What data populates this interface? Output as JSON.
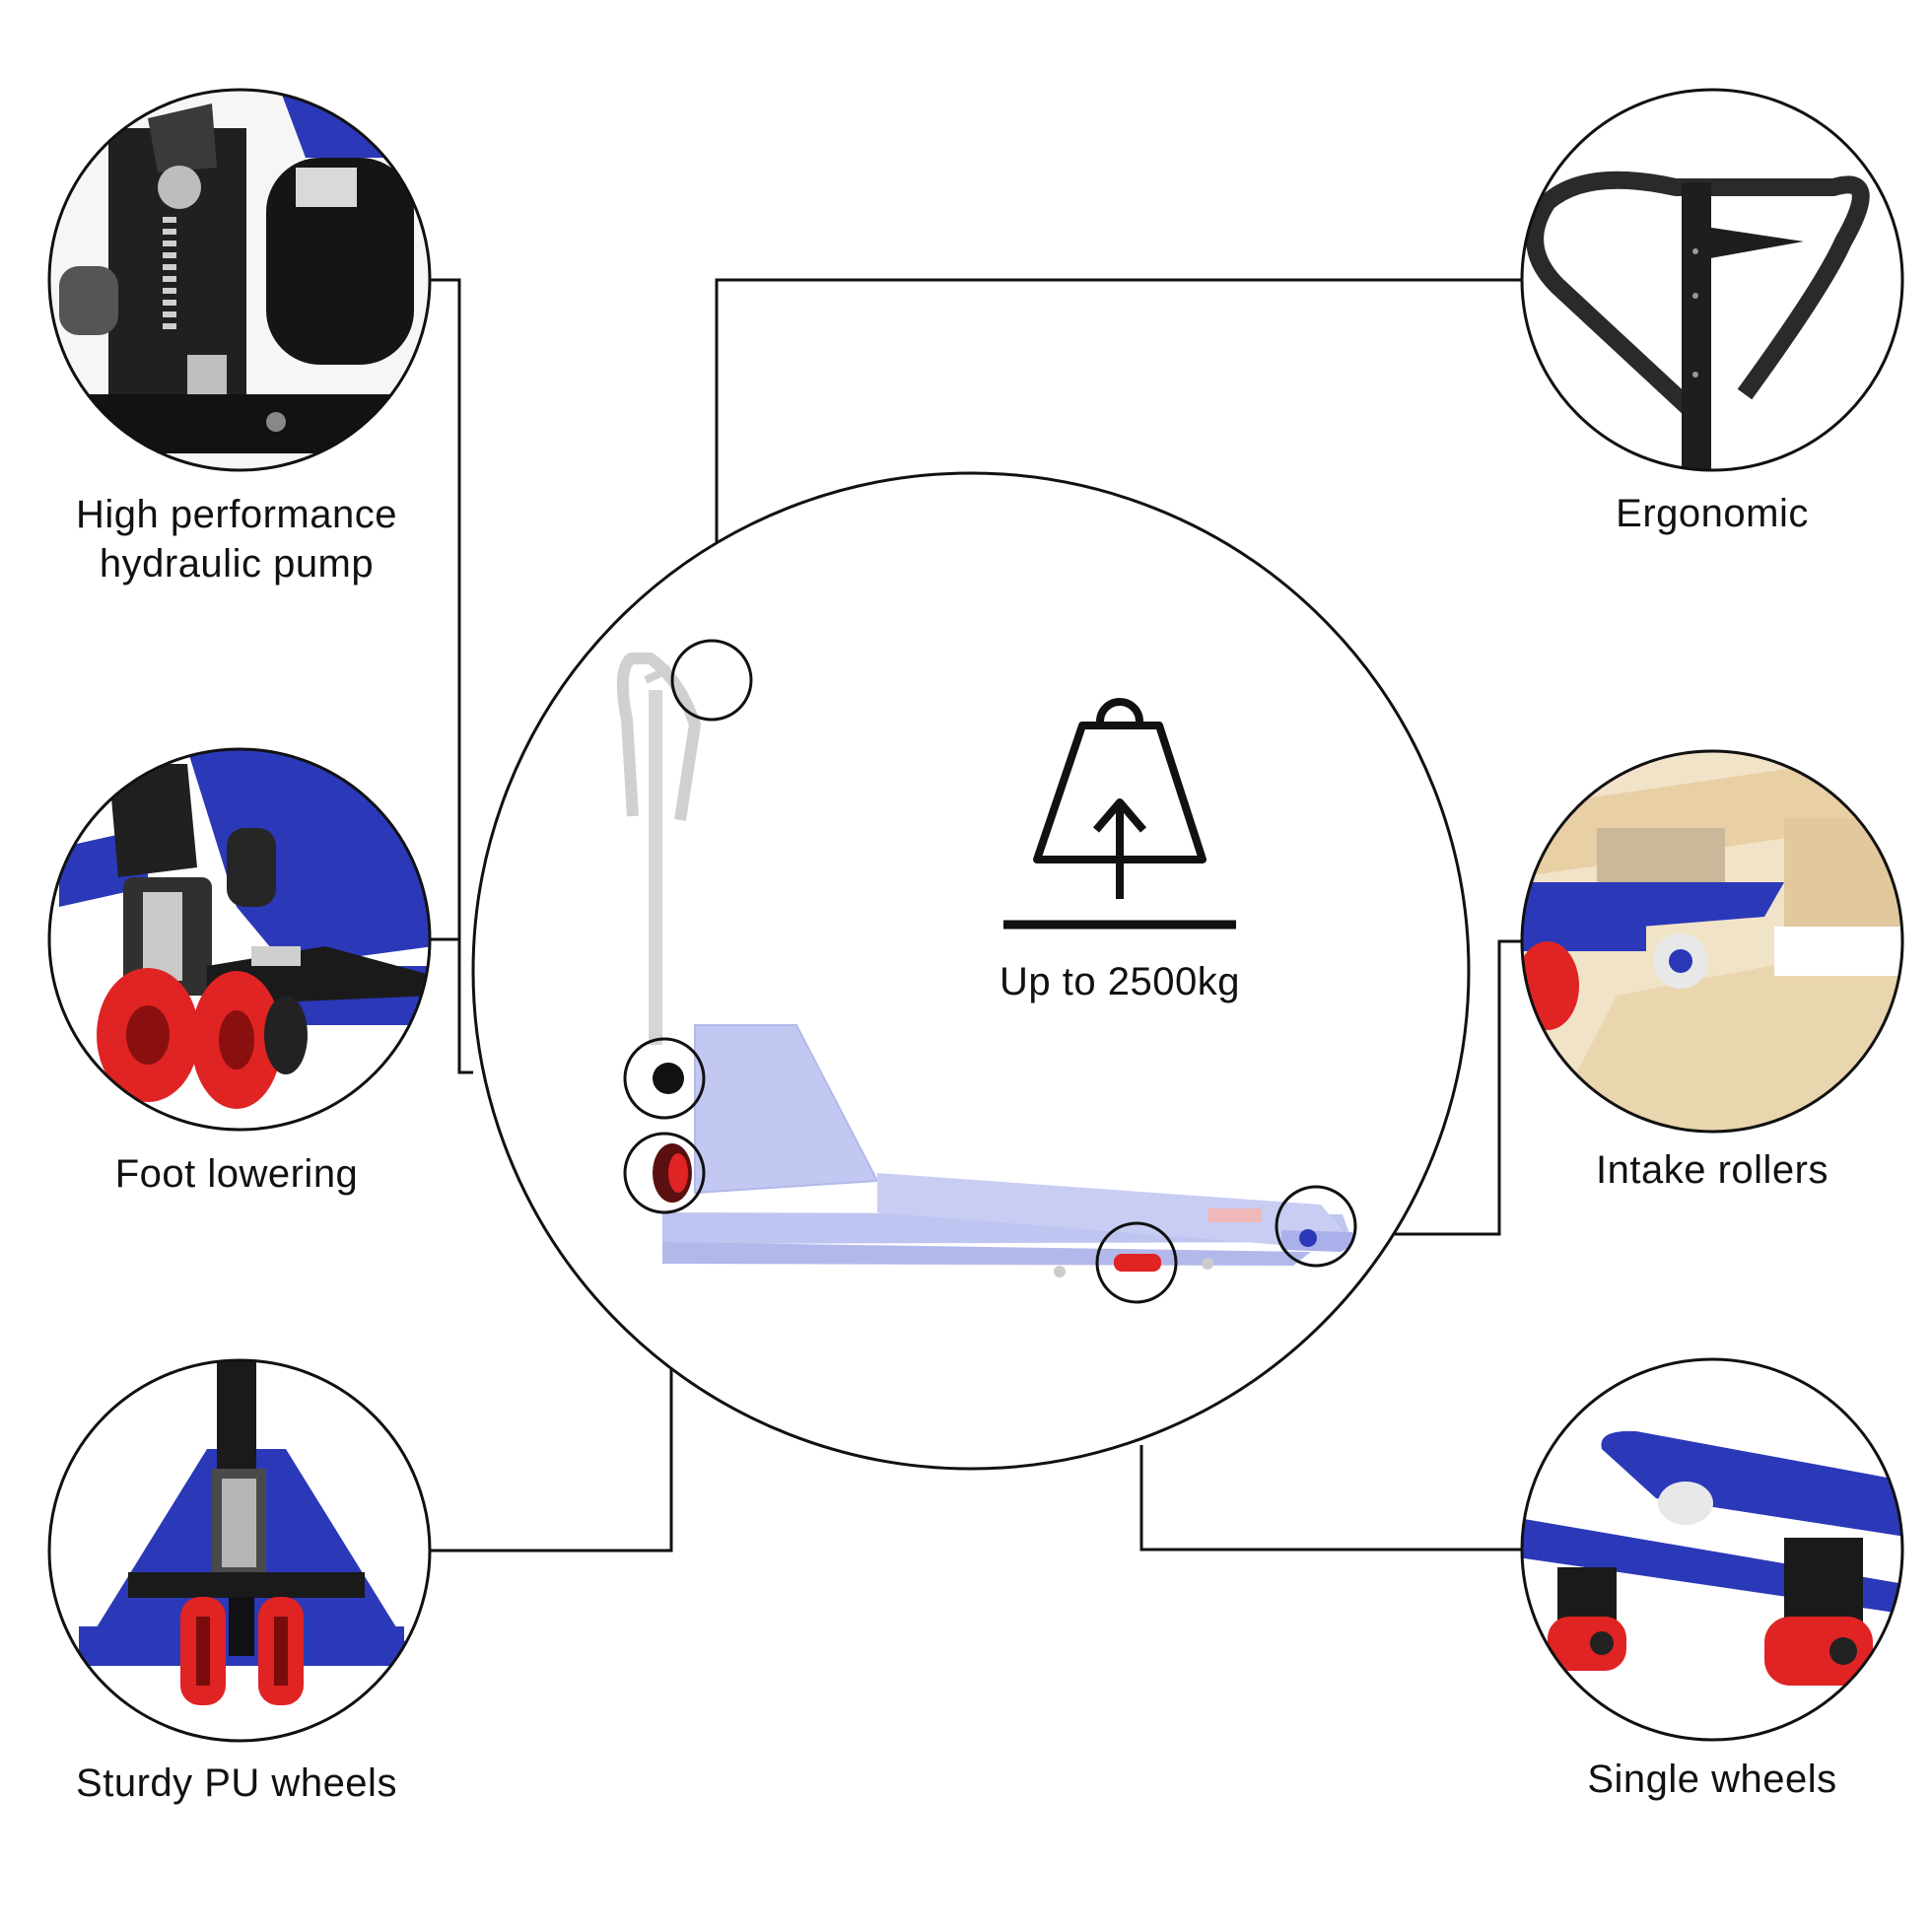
{
  "capacity": {
    "text": "Up to 2500kg",
    "icon": "weight-lift-icon"
  },
  "features": {
    "hydraulic_pump": {
      "line1": "High performance",
      "line2": "hydraulic pump"
    },
    "foot_lowering": {
      "text": "Foot lowering"
    },
    "pu_wheels": {
      "text": "Sturdy PU wheels"
    },
    "ergonomic": {
      "text": "Ergonomic"
    },
    "intake_rollers": {
      "text": "Intake rollers"
    },
    "single_wheels": {
      "text": "Single wheels"
    }
  },
  "colors": {
    "frame_blue": "#2b39b8",
    "wheel_red": "#e02323",
    "pallet_wood": "#e8d2ad",
    "pale_truck": "#c3c8f2"
  }
}
